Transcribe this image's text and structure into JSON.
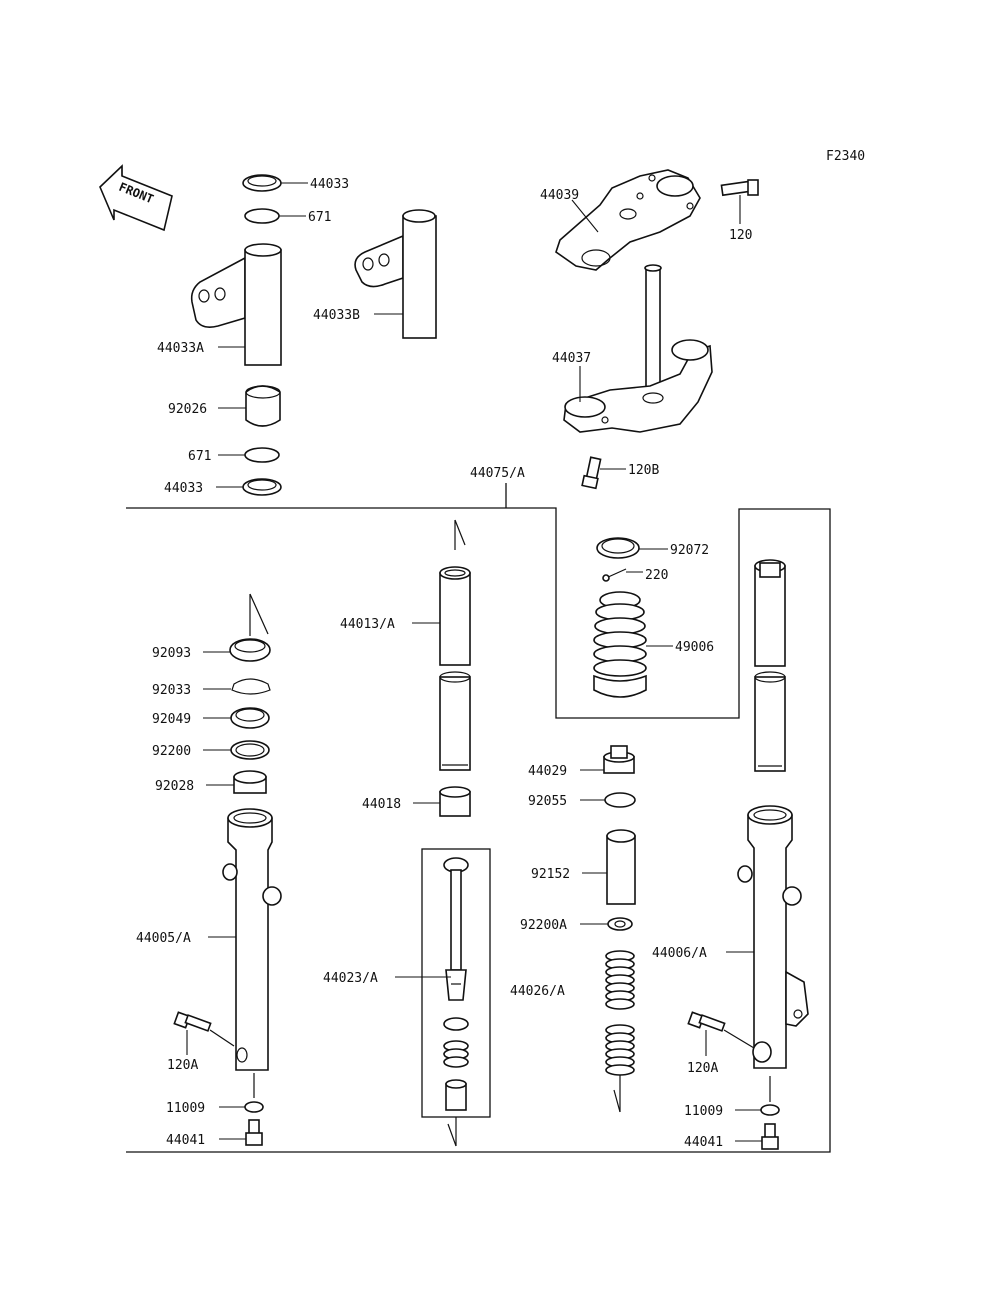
{
  "figure_id": "F2340",
  "front_label": "FRONT",
  "labels": {
    "p44033_top": "44033",
    "p671_top": "671",
    "p44033A": "44033A",
    "p44033B": "44033B",
    "p92026": "92026",
    "p671_bot": "671",
    "p44033_bot": "44033",
    "p44039": "44039",
    "p120": "120",
    "p44037": "44037",
    "p120B": "120B",
    "p44075A": "44075/A",
    "p92072": "92072",
    "p220": "220",
    "p49006": "49006",
    "p44013A": "44013/A",
    "p92093": "92093",
    "p92033": "92033",
    "p92049": "92049",
    "p92200": "92200",
    "p92028": "92028",
    "p44029": "44029",
    "p92055": "92055",
    "p44018": "44018",
    "p92152": "92152",
    "p92200A": "92200A",
    "p44005A": "44005/A",
    "p44023A": "44023/A",
    "p44026A": "44026/A",
    "p44006A": "44006/A",
    "p120A_left": "120A",
    "p120A_right": "120A",
    "p11009_left": "11009",
    "p11009_right": "11009",
    "p44041_left": "44041",
    "p44041_right": "44041"
  }
}
